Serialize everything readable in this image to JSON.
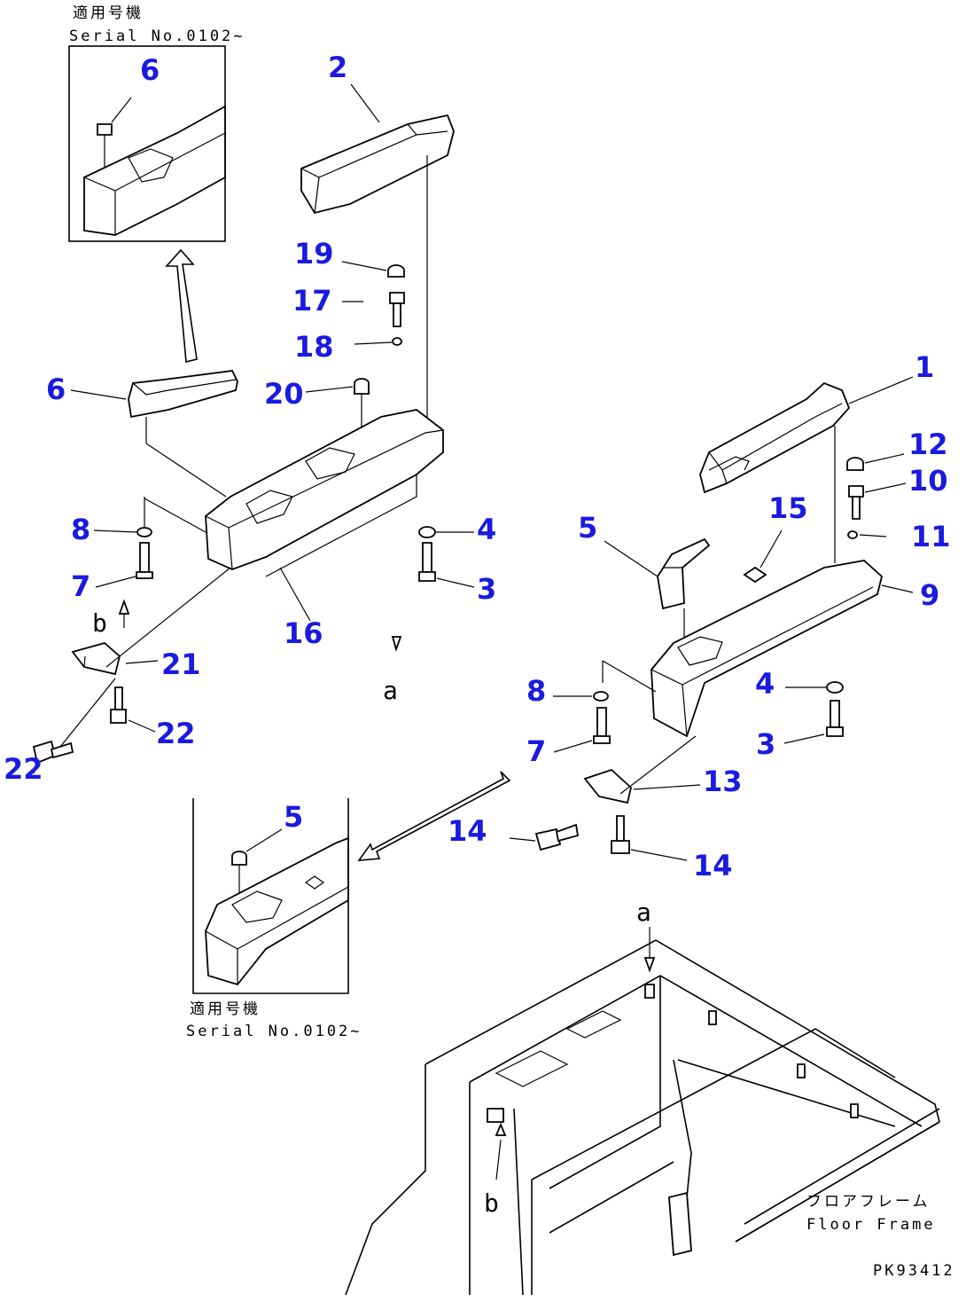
{
  "notes": {
    "serial_top_jp": "適用号機",
    "serial_top_en": "Serial No.0102~",
    "serial_bottom_jp": "適用号機",
    "serial_bottom_en": "Serial No.0102~",
    "floor_frame_jp": "フロアフレーム",
    "floor_frame_en": "Floor Frame",
    "drawing_code": "PK93412"
  },
  "callouts": [
    {
      "id": "c6a",
      "label": "6"
    },
    {
      "id": "c2",
      "label": "2"
    },
    {
      "id": "c19",
      "label": "19"
    },
    {
      "id": "c17",
      "label": "17"
    },
    {
      "id": "c18",
      "label": "18"
    },
    {
      "id": "c6b",
      "label": "6"
    },
    {
      "id": "c20",
      "label": "20"
    },
    {
      "id": "c1",
      "label": "1"
    },
    {
      "id": "c12",
      "label": "12"
    },
    {
      "id": "c10",
      "label": "10"
    },
    {
      "id": "c11",
      "label": "11"
    },
    {
      "id": "c15",
      "label": "15"
    },
    {
      "id": "c5a",
      "label": "5"
    },
    {
      "id": "c9",
      "label": "9"
    },
    {
      "id": "c8a",
      "label": "8"
    },
    {
      "id": "c4a",
      "label": "4"
    },
    {
      "id": "c7a",
      "label": "7"
    },
    {
      "id": "c3a",
      "label": "3"
    },
    {
      "id": "c16",
      "label": "16"
    },
    {
      "id": "c21",
      "label": "21"
    },
    {
      "id": "c22a",
      "label": "22"
    },
    {
      "id": "c22b",
      "label": "22"
    },
    {
      "id": "c8b",
      "label": "8"
    },
    {
      "id": "c4b",
      "label": "4"
    },
    {
      "id": "c7b",
      "label": "7"
    },
    {
      "id": "c3b",
      "label": "3"
    },
    {
      "id": "c13",
      "label": "13"
    },
    {
      "id": "c14a",
      "label": "14"
    },
    {
      "id": "c14b",
      "label": "14"
    },
    {
      "id": "c5b",
      "label": "5"
    }
  ],
  "letters": {
    "b_top": "b",
    "a_mid": "a",
    "a_frame": "a",
    "b_frame": "b"
  }
}
